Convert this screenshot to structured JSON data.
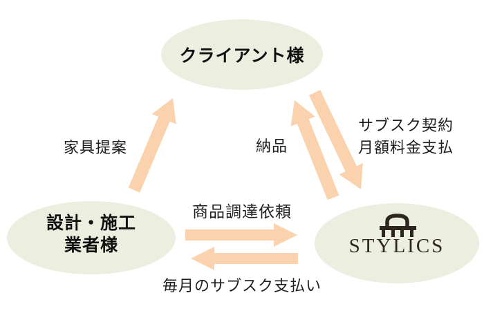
{
  "diagram": {
    "title": "STYLICS subscription scheme diagram",
    "nodes": {
      "client": {
        "label": "クライアント様"
      },
      "contractor": {
        "label": "設計・施工\n業者様"
      },
      "stylics": {
        "brand": "STYLICS",
        "icon": "chair-icon"
      }
    },
    "edge_labels": {
      "furniture_proposal": "家具提案",
      "delivery": "納品",
      "subscription_contract": "サブスク契約\n月額料金支払",
      "procurement_request": "商品調達依頼",
      "monthly_payment": "毎月のサブスク支払い"
    },
    "colors": {
      "background": "#ffffff",
      "node_fill": "#ecefdf",
      "arrow": "#fbd2ae",
      "text": "#1f1f1f",
      "logo": "#2e2620"
    }
  }
}
